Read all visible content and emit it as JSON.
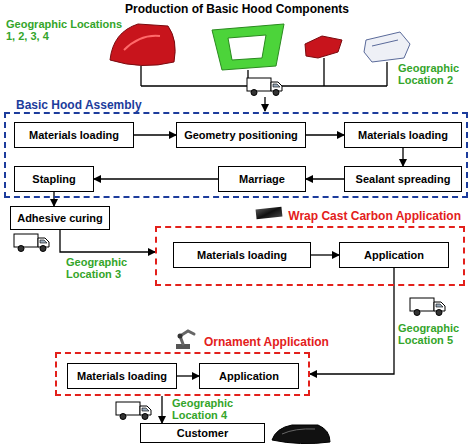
{
  "diagram": {
    "title": "Production of Basic Hood Components",
    "nodes": [
      {
        "text": [
          "Basic Hood Assembly"
        ]
      },
      {
        "text": [
          "Materials loading"
        ],
        "in": 0
      },
      {
        "text": [
          "Geometry positioning"
        ],
        "in": 0
      },
      {
        "text": [
          "Materials loading"
        ],
        "in": 0
      },
      {
        "text": [
          "Sealant spreading"
        ],
        "in": 0
      },
      {
        "text": [
          "Marriage"
        ],
        "in": 0
      },
      {
        "text": [
          "Stapling"
        ],
        "in": 0
      },
      {
        "text": [
          "Adhesive curing"
        ]
      },
      {
        "text": [
          "Wrap Cast Carbon Application"
        ]
      },
      {
        "text": [
          "Materials loading"
        ],
        "in": 8
      },
      {
        "text": [
          "Application"
        ],
        "in": 8
      },
      {
        "text": [
          "Ornament Application"
        ]
      },
      {
        "text": [
          "Materials loading"
        ],
        "in": 11
      },
      {
        "text": [
          "Application"
        ],
        "in": 11
      },
      {
        "text": [
          "Customer"
        ]
      }
    ],
    "edges": [
      {
        "from": 1,
        "to": 2,
        "arrow": "to"
      },
      {
        "from": 2,
        "to": 3,
        "arrow": "to"
      },
      {
        "from": 3,
        "to": 4,
        "arrow": "to"
      },
      {
        "from": 4,
        "to": 5,
        "arrow": "to"
      },
      {
        "from": 5,
        "to": 6,
        "arrow": "to"
      },
      {
        "from": 6,
        "to": 7,
        "arrow": "to"
      },
      {
        "from": 7,
        "to": 8,
        "arrow": "to"
      },
      {
        "from": 9,
        "to": 10,
        "arrow": "to"
      },
      {
        "from": 10,
        "to": 11,
        "arrow": "to"
      },
      {
        "from": 12,
        "to": 13,
        "arrow": "to"
      },
      {
        "from": 11,
        "to": 14,
        "arrow": "to"
      }
    ],
    "labels": [
      "Geographic Locations 1, 2, 3, 4",
      "Geographic Location 2",
      "Geographic Location 3",
      "Geographic Location 5",
      "Geographic Location 4"
    ]
  }
}
